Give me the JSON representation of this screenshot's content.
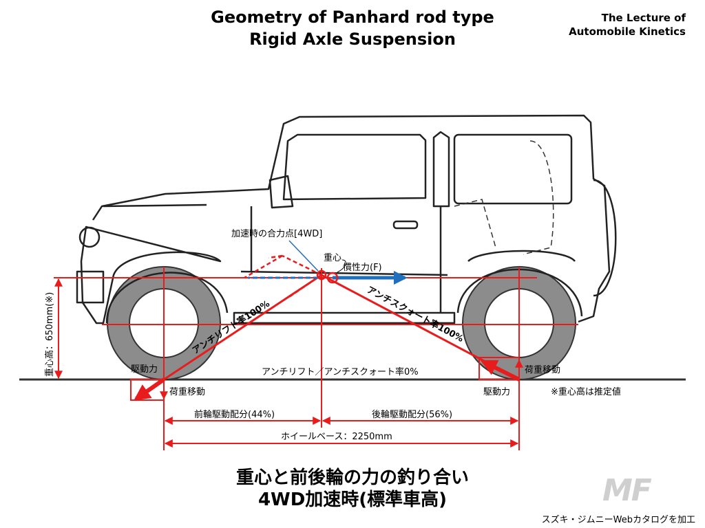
{
  "title": {
    "line1": "Geometry of Panhard rod type",
    "line2": "Rigid Axle Suspension"
  },
  "lecture": {
    "line1": "The Lecture of",
    "line2": "Automobile Kinetics"
  },
  "labels": {
    "resultant_point": "加速時の合力点[4WD]",
    "cog": "重心",
    "inertia": "慣性力(F)",
    "anti_squat": "アンチスクォート率100%",
    "anti_lift": "アンチリフト率100%",
    "cog_height": "重心高：650mm(※)",
    "drive_force_front": "駆動力",
    "drive_force_rear": "駆動力",
    "load_transfer_front": "荷重移動",
    "load_transfer_rear": "荷重移動",
    "zero_rate": "アンチリフト／アンチスクォート率0%",
    "note": "※重心高は推定値",
    "front_share": "前輪駆動配分(44%)",
    "rear_share": "後輪駆動配分(56%)",
    "wheelbase": "ホイールベース：2250mm"
  },
  "caption": {
    "line1": "重心と前後輪の力の釣り合い",
    "line2": "4WD加速時(標準車高)"
  },
  "credit": "スズキ・ジムニーWebカタログを加工",
  "watermark": "MF",
  "colors": {
    "force": "#e81c1c",
    "inertia": "#1f6fbf",
    "tire": "#8c8c8c",
    "ground": "#333333"
  }
}
